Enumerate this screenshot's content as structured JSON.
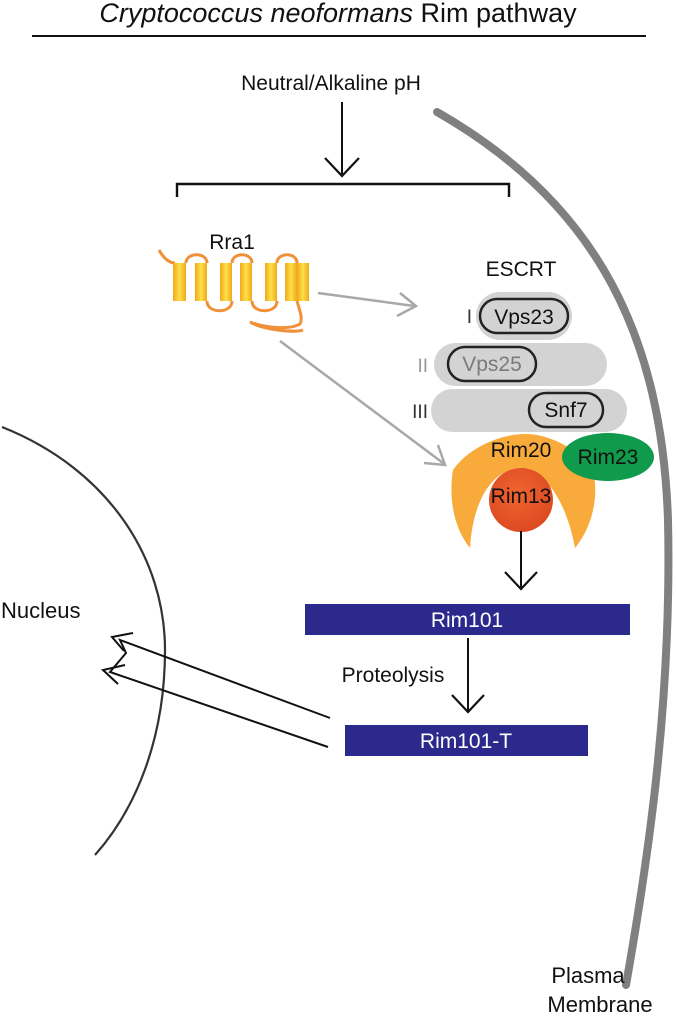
{
  "title": {
    "italic": "Cryptococcus neoformans",
    "regular": " Rim pathway"
  },
  "signal": "Neutral/Alkaline pH",
  "receptor": "Rra1",
  "escrt": {
    "label": "ESCRT",
    "complexes": [
      {
        "numeral": "I",
        "protein": "Vps23"
      },
      {
        "numeral": "II",
        "protein": "Vps25"
      },
      {
        "numeral": "III",
        "protein": "Snf7"
      }
    ]
  },
  "rim": {
    "rim20": "Rim20",
    "rim23": "Rim23",
    "rim13": "Rim13"
  },
  "rim101": "Rim101",
  "process": "Proteolysis",
  "rim101t": "Rim101-T",
  "nucleus": "Nucleus",
  "membrane": {
    "line1": "Plasma",
    "line2": "Membrane"
  },
  "colors": {
    "receptor_fill": "#F6C21A",
    "receptor_loop": "#F0913A",
    "escrt_shape": "#D3D3D3",
    "rim20": "#F8AB3A",
    "rim23": "#0F9A4C",
    "rim13": "#E9562B",
    "bar": "#2B2A8C",
    "membrane": "#808080"
  }
}
